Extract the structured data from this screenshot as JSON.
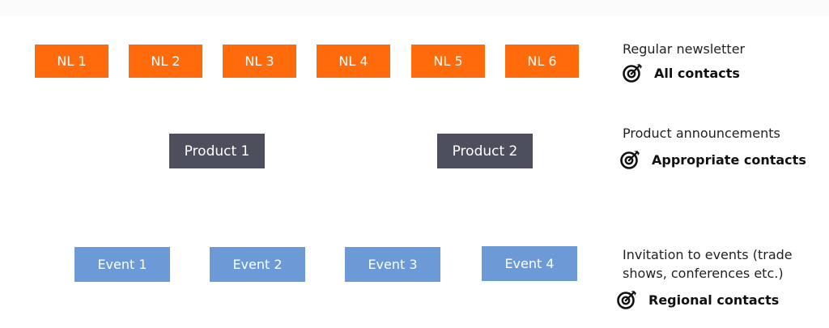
{
  "rows": [
    {
      "boxes": [
        "NL 1",
        "NL 2",
        "NL 3",
        "NL 4",
        "NL 5",
        "NL 6"
      ],
      "description": "Regular newsletter",
      "target": "All contacts",
      "color": "#ff6b0a"
    },
    {
      "boxes": [
        "Product 1",
        "Product 2"
      ],
      "description": "Product announcements",
      "target": "Appropriate contacts",
      "color": "#4d4f5c"
    },
    {
      "boxes": [
        "Event 1",
        "Event 2",
        "Event 3",
        "Event 4"
      ],
      "description_lines": [
        "Invitation to events (trade",
        "shows, conferences etc.)"
      ],
      "target": "Regional contacts",
      "color": "#6b9ad6"
    }
  ],
  "icons": {
    "target": "target-icon"
  }
}
